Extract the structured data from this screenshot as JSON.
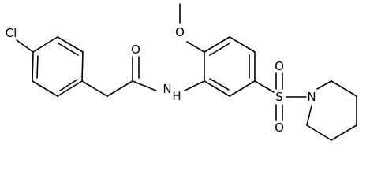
{
  "atoms": {
    "chlorine": "Cl",
    "carbonyl_oxygen": "O",
    "amide_nitrogen": "N",
    "amide_hydrogen": "H",
    "methoxy_oxygen": "O",
    "sulfur": "S",
    "sulfonyl_oxygen_top": "O",
    "sulfonyl_oxygen_bottom": "O",
    "piperidine_nitrogen": "N"
  }
}
